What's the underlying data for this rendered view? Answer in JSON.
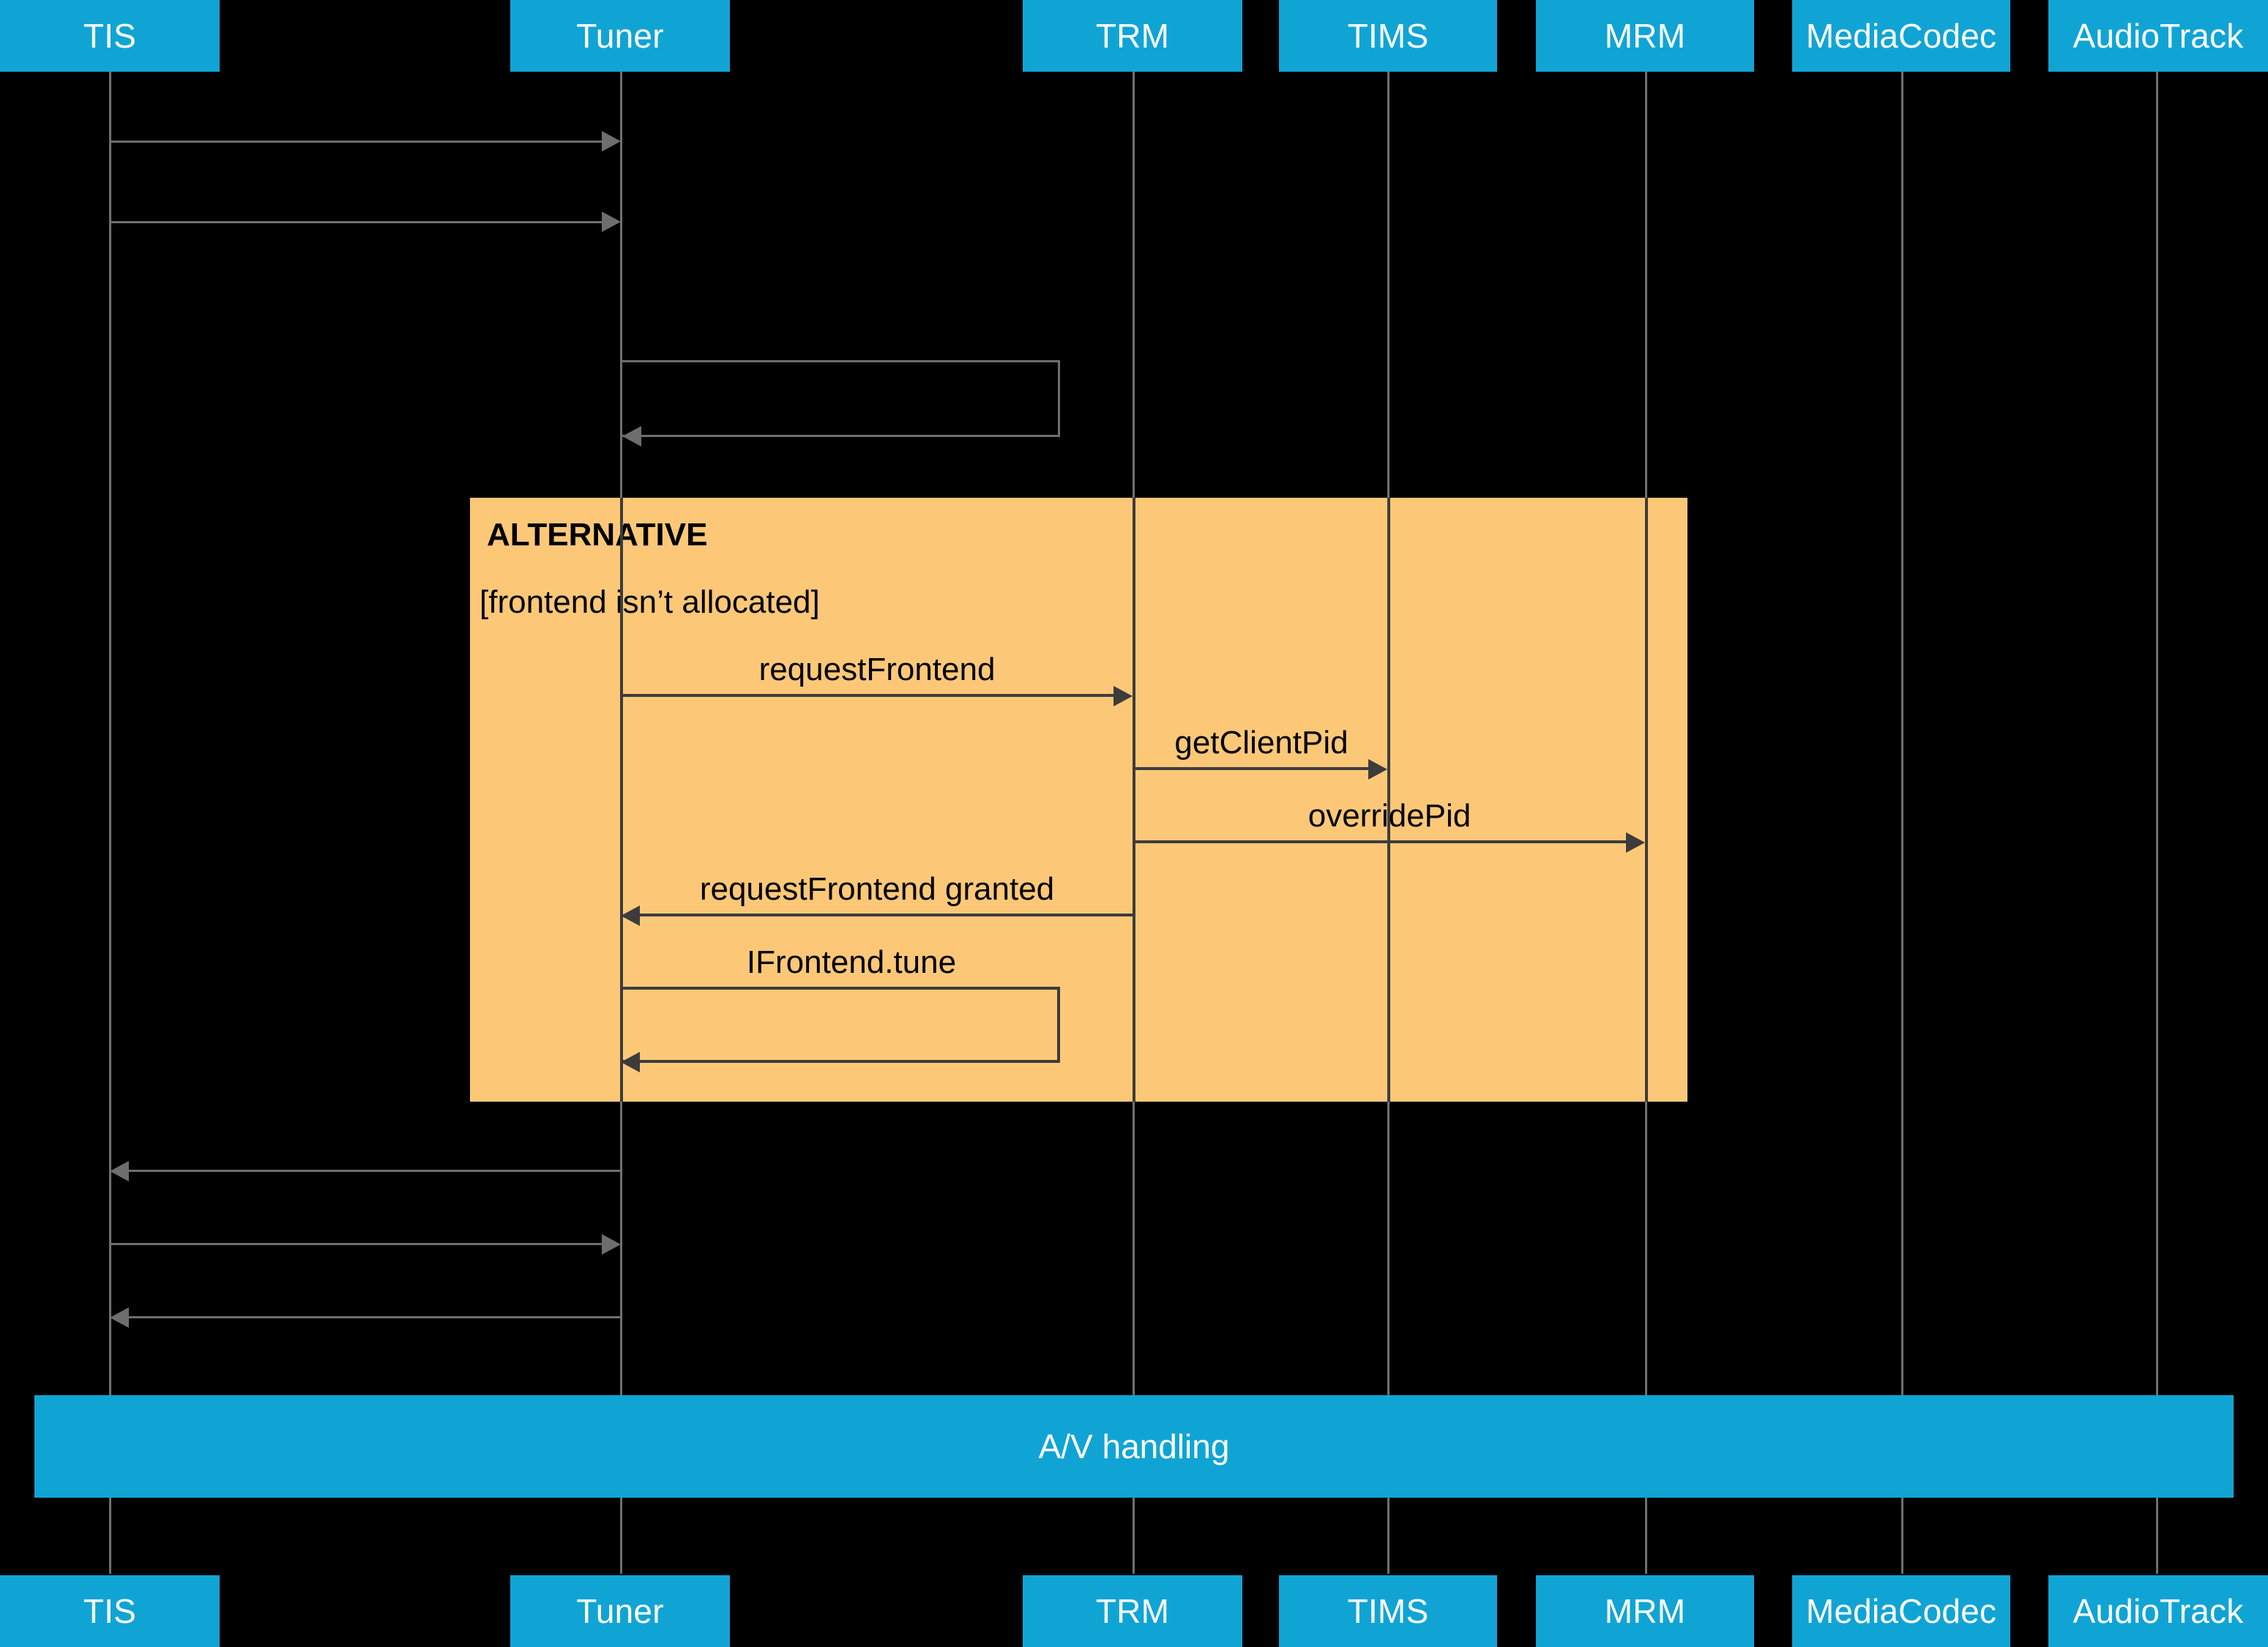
{
  "diagram": {
    "type": "uml-sequence-diagram",
    "background_color": "#000000",
    "participant_color": "#10A4D5",
    "participant_text_color": "#FFFFFF",
    "fragment_color": "#FCC878",
    "line_color": "#3C3C3C",
    "faded_line_color": "#6E6E6E"
  },
  "participants": [
    {
      "name": "TIS",
      "label": "TIS"
    },
    {
      "name": "Tuner",
      "label": "Tuner"
    },
    {
      "name": "TRM",
      "label": "TRM"
    },
    {
      "name": "TIMS",
      "label": "TIMS"
    },
    {
      "name": "MRM",
      "label": "MRM"
    },
    {
      "name": "MediaCodec",
      "label": "MediaCodec"
    },
    {
      "name": "AudioTrack",
      "label": "AudioTrack"
    }
  ],
  "fragment": {
    "operator": "ALTERNATIVE",
    "guard": "[frontend isn’t allocated]"
  },
  "messages": [
    {
      "id": "m1",
      "label": "",
      "from": "TIS",
      "to": "Tuner",
      "direction": "right"
    },
    {
      "id": "m2",
      "label": "",
      "from": "TIS",
      "to": "Tuner",
      "direction": "right"
    },
    {
      "id": "m3",
      "label": "",
      "from": "Tuner",
      "to": "Tuner",
      "direction": "self"
    },
    {
      "id": "m4",
      "label": "requestFrontend",
      "from": "Tuner",
      "to": "TRM",
      "direction": "right"
    },
    {
      "id": "m5",
      "label": "getClientPid",
      "from": "TRM",
      "to": "TIMS",
      "direction": "right"
    },
    {
      "id": "m6",
      "label": "overridePid",
      "from": "TRM",
      "to": "MRM",
      "direction": "right"
    },
    {
      "id": "m7",
      "label": "requestFrontend granted",
      "from": "TRM",
      "to": "Tuner",
      "direction": "left"
    },
    {
      "id": "m8",
      "label": "IFrontend.tune",
      "from": "Tuner",
      "to": "Tuner",
      "direction": "self"
    },
    {
      "id": "m9",
      "label": "",
      "from": "Tuner",
      "to": "TIS",
      "direction": "left"
    },
    {
      "id": "m10",
      "label": "",
      "from": "TIS",
      "to": "Tuner",
      "direction": "right"
    },
    {
      "id": "m11",
      "label": "",
      "from": "Tuner",
      "to": "TIS",
      "direction": "left"
    }
  ],
  "av_bar": {
    "label": "A/V handling"
  }
}
